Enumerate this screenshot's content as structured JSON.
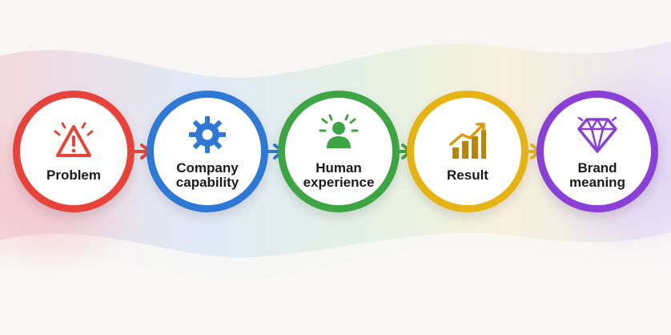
{
  "steps": [
    {
      "label": "Problem",
      "color": "#e8433a",
      "icon": "warning-triangle-icon"
    },
    {
      "label": "Company\ncapability",
      "color": "#2f79d6",
      "icon": "gear-icon"
    },
    {
      "label": "Human\nexperience",
      "color": "#3ea545",
      "icon": "person-highlight-icon"
    },
    {
      "label": "Result",
      "color": "#e6b412",
      "icon": "growth-chart-icon"
    },
    {
      "label": "Brand\nmeaning",
      "color": "#8a3fd6",
      "icon": "diamond-icon"
    }
  ],
  "arrows": [
    {
      "color": "#e8433a",
      "icon": "arrow-right-icon"
    },
    {
      "color": "#2f79d6",
      "icon": "arrow-right-icon"
    },
    {
      "color": "#3ea545",
      "icon": "arrow-right-icon"
    },
    {
      "color": "#e6b412",
      "icon": "arrow-right-icon"
    }
  ]
}
